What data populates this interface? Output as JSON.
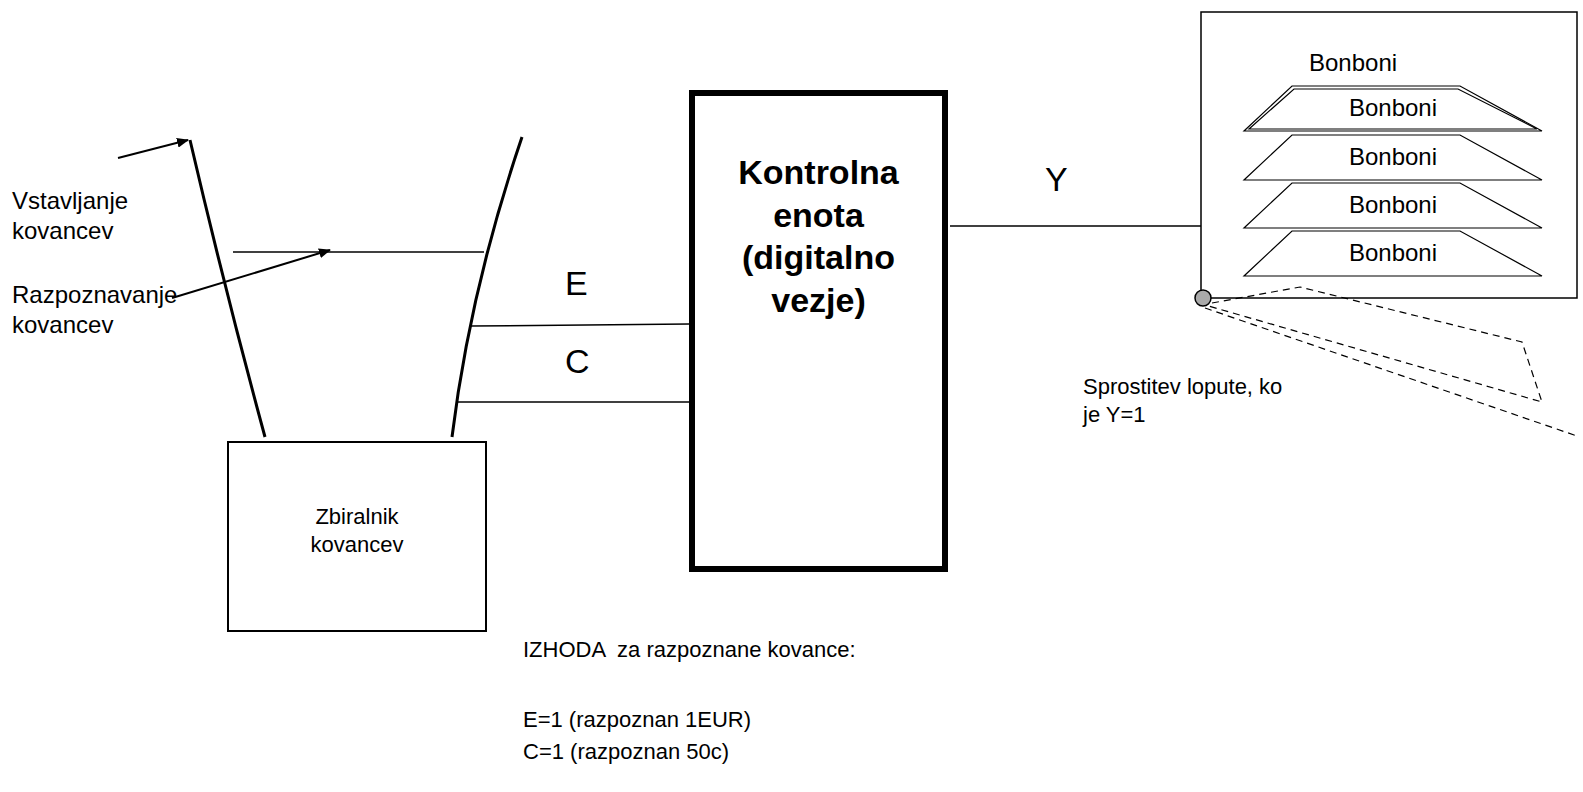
{
  "diagram": {
    "nodes": [
      {
        "text": [
          "Zbiralnik kovancev"
        ]
      },
      {
        "text": [
          "Kontrolna enota (digitalno vezje)"
        ]
      },
      {
        "text": [
          "Bonboni"
        ]
      },
      {
        "text": [
          "Bonboni"
        ]
      },
      {
        "text": [
          "Bonboni"
        ]
      },
      {
        "text": [
          "Bonboni"
        ]
      }
    ],
    "labels": [
      "Vstavljanje kovancev",
      "Razpoznavanje kovancev",
      "E",
      "C",
      "Y",
      "Bonboni",
      "Sprostitev lopute, ko je Y=1",
      "IZHODA  za razpoznane kovance:",
      "E=1 (razpoznan 1EUR)",
      "C=1 (razpoznan 50c)"
    ]
  }
}
